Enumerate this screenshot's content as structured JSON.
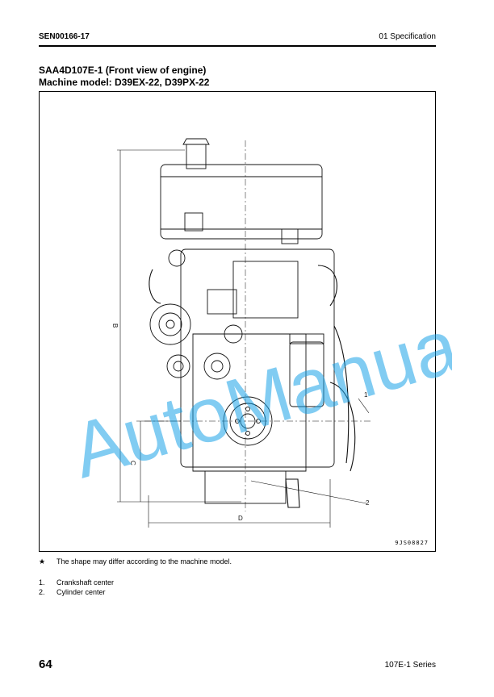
{
  "header": {
    "doc_id": "SEN00166-17",
    "section": "01 Specification"
  },
  "title": {
    "line1": "SAA4D107E-1 (Front view of engine)",
    "line2": "Machine model:  D39EX-22, D39PX-22"
  },
  "figure": {
    "code": "9JS08827",
    "dimension_labels": {
      "a": "B",
      "b": "C",
      "c": "D"
    },
    "callouts": {
      "one": "1",
      "two": "2"
    }
  },
  "note": {
    "symbol": "★",
    "text": "The shape may differ according to the machine model."
  },
  "legend": [
    {
      "num": "1.",
      "text": "Crankshaft center"
    },
    {
      "num": "2.",
      "text": "Cylinder center"
    }
  ],
  "footer": {
    "page": "64",
    "series": "107E-1 Series"
  },
  "watermark": {
    "text": "AutoManual",
    "color": "#1aa3e8"
  }
}
